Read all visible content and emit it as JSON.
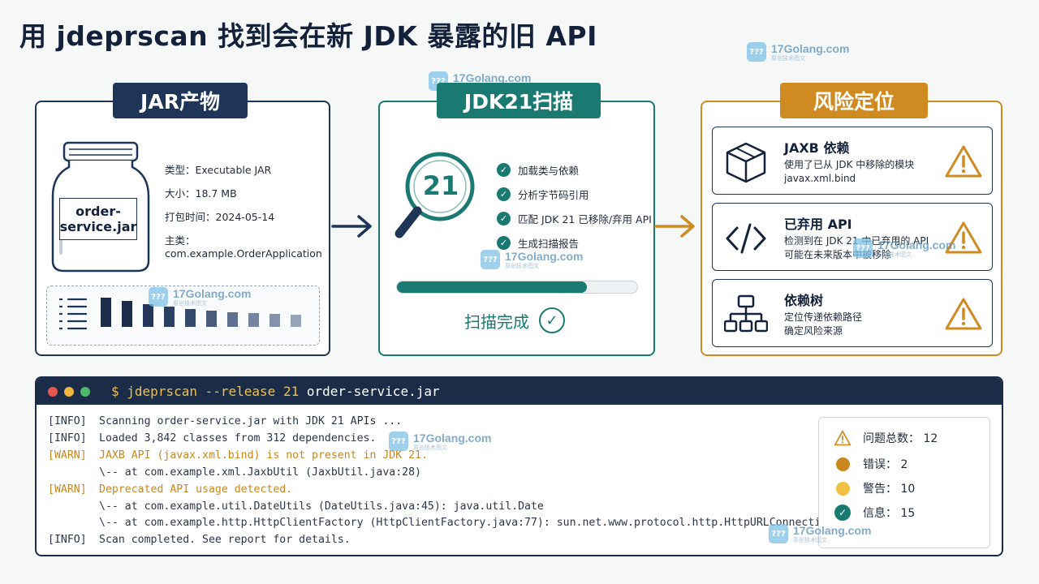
{
  "title": "用 jdeprscan 找到会在新 JDK 暴露的旧 API",
  "watermark": {
    "logo": "???",
    "text": "17Golang.com",
    "subtext": "原创技术图文"
  },
  "colors": {
    "navy": "#1e3557",
    "teal": "#1a7a72",
    "orange": "#d08a22",
    "warn": "#c9861d",
    "yellow": "#f2c043"
  },
  "jar_panel": {
    "heading": "JAR产物",
    "jar_label": "order-\nservice.jar",
    "info": [
      "类型：Executable JAR",
      "大小：18.7 MB",
      "打包时间：2024-05-14",
      "主类：com.example.OrderApplication"
    ]
  },
  "scan_panel": {
    "heading": "JDK21扫描",
    "badge": "21",
    "steps": [
      "加载类与依赖",
      "分析字节码引用",
      "匹配 JDK 21 已移除/弃用 API",
      "生成扫描报告"
    ],
    "progress": 0.79,
    "status": "扫描完成"
  },
  "risk_panel": {
    "heading": "风险定位",
    "items": [
      {
        "icon": "package-icon",
        "title": "JAXB 依赖",
        "desc": "使用了已从 JDK 中移除的模块\njavax.xml.bind"
      },
      {
        "icon": "code-icon",
        "title": "已弃用 API",
        "desc": "检测到在 JDK 21 中已弃用的 API\n可能在未来版本中被移除"
      },
      {
        "icon": "tree-icon",
        "title": "依赖树",
        "desc": "定位传递依赖路径\n确定风险来源"
      }
    ]
  },
  "terminal": {
    "prompt": "$",
    "command": "jdeprscan --release 21",
    "arg": "order-service.jar",
    "lines": [
      {
        "level": "[INFO]",
        "text": "Scanning order-service.jar with JDK 21 APIs ...",
        "warn": false
      },
      {
        "level": "[INFO]",
        "text": "Loaded 3,842 classes from 312 dependencies.",
        "warn": false
      },
      {
        "level": "[WARN]",
        "text": "JAXB API (javax.xml.bind) is not present in JDK 21.",
        "warn": true
      },
      {
        "level": "",
        "text": "\\-- at com.example.xml.JaxbUtil (JaxbUtil.java:28)",
        "warn": false
      },
      {
        "level": "[WARN]",
        "text": "Deprecated API usage detected.",
        "warn": true
      },
      {
        "level": "",
        "text": "\\-- at com.example.util.DateUtils (DateUtils.java:45): java.util.Date",
        "warn": false
      },
      {
        "level": "",
        "text": "\\-- at com.example.http.HttpClientFactory (HttpClientFactory.java:77): sun.net.www.protocol.http.HttpURLConnection",
        "warn": false
      },
      {
        "level": "[INFO]",
        "text": "Scan completed. See report for details.",
        "warn": false
      }
    ]
  },
  "stats": [
    {
      "icon": "warning-icon",
      "label": "问题总数：",
      "value": "12"
    },
    {
      "icon": "error-dot-icon",
      "label": "错误：",
      "value": "2",
      "color": "#c9861d"
    },
    {
      "icon": "warning-dot-icon",
      "label": "警告：",
      "value": "10",
      "color": "#f2c043"
    },
    {
      "icon": "info-check-icon",
      "label": "信息：",
      "value": "15"
    }
  ]
}
